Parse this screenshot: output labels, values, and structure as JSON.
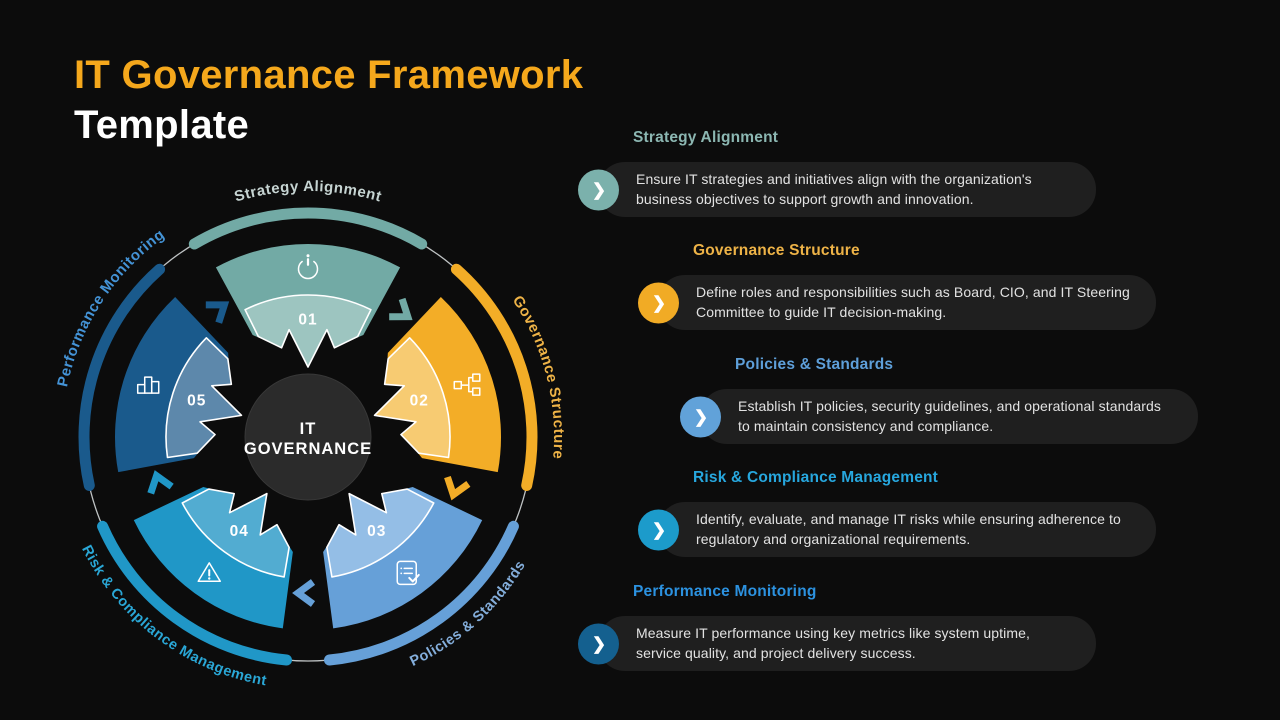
{
  "slide": {
    "title_line1": "IT Governance Framework",
    "title_line2": "Template",
    "title_color": "#F5A81C",
    "background": "#0C0C0C"
  },
  "diagram": {
    "center": {
      "line1": "IT",
      "line2": "GOVERNANCE"
    },
    "segments": [
      {
        "number": "01",
        "label": "Strategy Alignment",
        "icon": "power-icon",
        "color": "#72AAA5",
        "light_color": "#9DC5C0",
        "ring_label_color": "#C6D4D2"
      },
      {
        "number": "02",
        "label": "Governance Structure",
        "icon": "org-chart-icon",
        "color": "#F3AD27",
        "light_color": "#F7CB72",
        "ring_label_color": "#EEB347"
      },
      {
        "number": "03",
        "label": "Policies & Standards",
        "icon": "checklist-icon",
        "color": "#66A0D8",
        "light_color": "#94BEE6",
        "ring_label_color": "#84AEDB"
      },
      {
        "number": "04",
        "label": "Risk & Compliance Management",
        "icon": "warning-icon",
        "color": "#2097C7",
        "light_color": "#52ACD1",
        "ring_label_color": "#2AA7D6"
      },
      {
        "number": "05",
        "label": "Performance Monitoring",
        "icon": "bar-chart-icon",
        "color": "#1A5A8C",
        "light_color": "#5D88AB",
        "ring_label_color": "#4493D6"
      }
    ]
  },
  "details": [
    {
      "heading": "Strategy Alignment",
      "heading_color": "#8CB7B2",
      "badge_color": "#7BB1AC",
      "badge_glyph": "❯",
      "text": "Ensure IT strategies and initiatives align with the organization's business objectives to support growth and innovation."
    },
    {
      "heading": "Governance Structure",
      "heading_color": "#EEB347",
      "badge_color": "#F1AB25",
      "badge_glyph": "❯",
      "text": "Define roles and responsibilities such as Board, CIO, and IT Steering Committee to guide IT decision-making."
    },
    {
      "heading": "Policies & Standards",
      "heading_color": "#5E9FD9",
      "badge_color": "#61A2D9",
      "badge_glyph": "❯",
      "text": "Establish IT policies, security guidelines, and operational standards to maintain consistency and compliance."
    },
    {
      "heading": "Risk & Compliance Management",
      "heading_color": "#27A7DE",
      "badge_color": "#1C9BCB",
      "badge_glyph": "❯",
      "text": "Identify, evaluate, and manage IT risks while ensuring adherence to regulatory and organizational requirements."
    },
    {
      "heading": "Performance Monitoring",
      "heading_color": "#2C92E0",
      "badge_color": "#14608F",
      "badge_glyph": "❯",
      "text": "Measure IT performance using key metrics like system uptime, service quality, and project delivery success."
    }
  ]
}
